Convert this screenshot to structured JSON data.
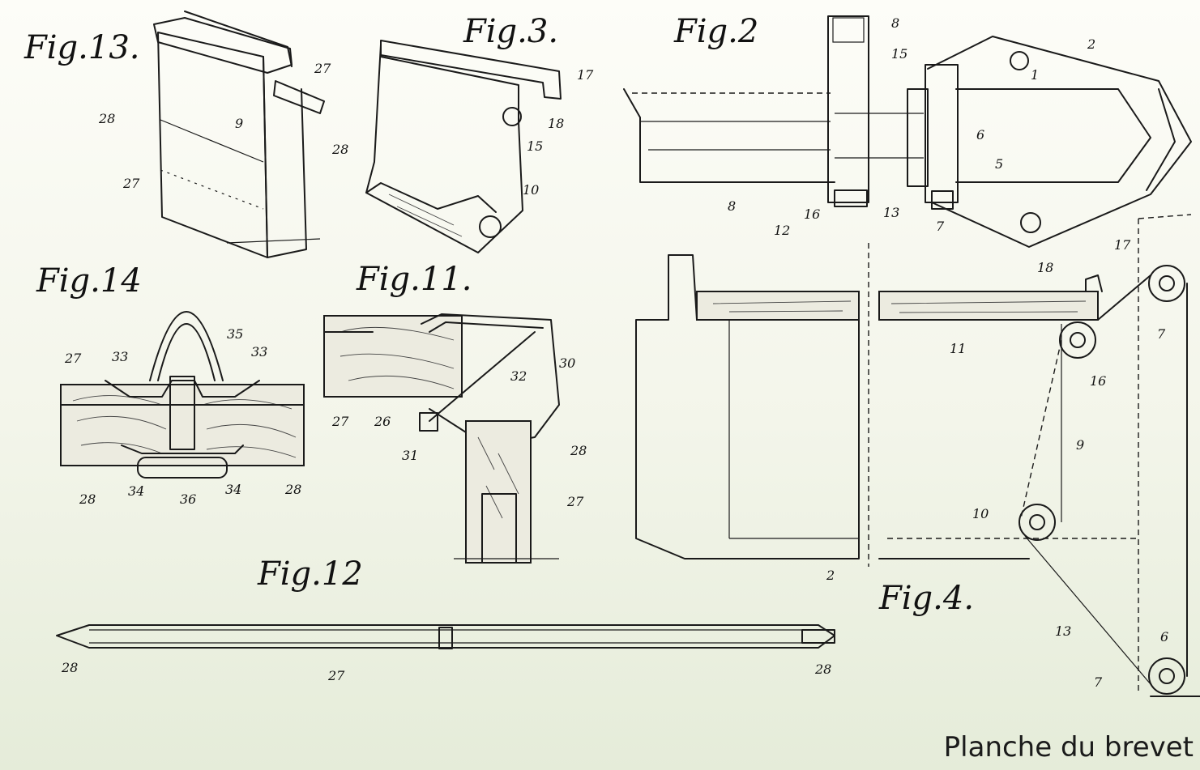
{
  "figures": {
    "fig13": "Fig.13.",
    "fig3": "Fig.3.",
    "fig2": "Fig.2",
    "fig14": "Fig.14",
    "fig11": "Fig.11.",
    "fig12": "Fig.12",
    "fig4": "Fig.4."
  },
  "labels": {
    "f13": [
      "27",
      "28",
      "9",
      "28",
      "27"
    ],
    "f3": [
      "17",
      "18",
      "15",
      "10"
    ],
    "f2": [
      "8",
      "15",
      "2",
      "1",
      "6",
      "5",
      "8",
      "16",
      "13",
      "7"
    ],
    "f14": [
      "27",
      "33",
      "35",
      "33",
      "28",
      "34",
      "36",
      "34",
      "28"
    ],
    "f11": [
      "30",
      "32",
      "27",
      "26",
      "31",
      "28",
      "27"
    ],
    "f12": [
      "28",
      "27",
      "28"
    ],
    "f4": [
      "12",
      "17",
      "18",
      "11",
      "16",
      "7",
      "9",
      "10",
      "2",
      "13",
      "6",
      "7"
    ]
  },
  "caption": "Planche du brevet"
}
